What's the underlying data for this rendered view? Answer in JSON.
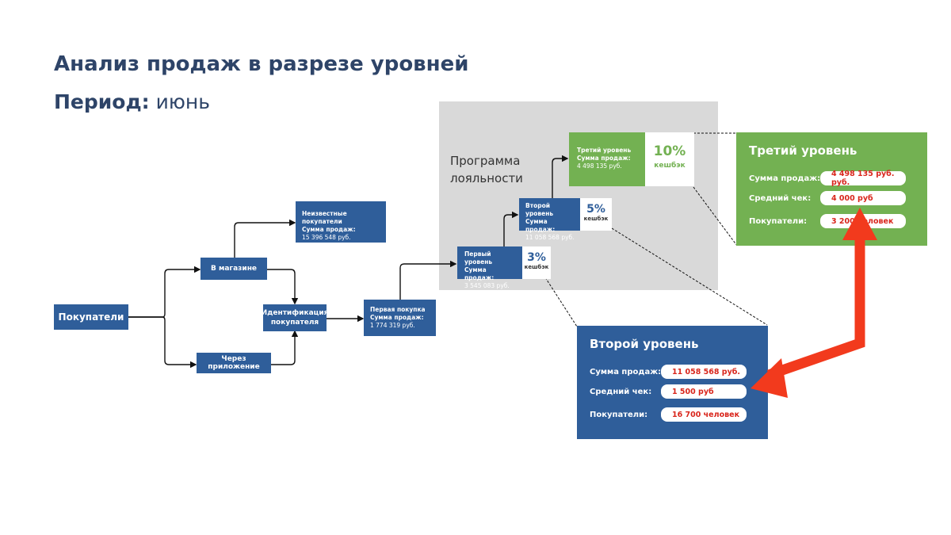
{
  "header": {
    "title": "Анализ продаж в разрезе уровней",
    "period_label": "Период:",
    "period_value": "июнь"
  },
  "flow": {
    "buyers": "Покупатели",
    "in_store": "В магазине",
    "via_app": "Через приложение",
    "identification": "Идентификация покупателя",
    "unknown": {
      "title": "Неизвестные покупатели",
      "label": "Сумма продаж:",
      "value": "15 396 548 руб."
    },
    "first_purchase": {
      "title": "Первая покупка",
      "label": "Сумма продаж:",
      "value": "1 774 319 руб."
    }
  },
  "loyalty": {
    "label": "Программа лояльности",
    "level1": {
      "title": "Первый уровень",
      "label": "Сумма продаж:",
      "value": "3 545 083 руб.",
      "pct": "3%",
      "cashback": "кешбэк"
    },
    "level2": {
      "title": "Второй уровень",
      "label": "Сумма продаж:",
      "value": "11 058 568 руб.",
      "pct": "5%",
      "cashback": "кешбэк"
    },
    "level3": {
      "title": "Третий уровень",
      "label": "Сумма продаж:",
      "value": "4 498 135 руб.",
      "pct": "10%",
      "cashback": "кешбэк"
    }
  },
  "panel_level3": {
    "title": "Третий уровень",
    "sales_label": "Сумма продаж:",
    "sales_value": "4 498 135 руб. руб.",
    "check_label": "Средний чек:",
    "check_value": "4 000 руб",
    "buyers_label": "Покупатели:",
    "buyers_value": "3 200 человек"
  },
  "panel_level2": {
    "title": "Второй уровень",
    "sales_label": "Сумма продаж:",
    "sales_value": "11 058 568 руб.",
    "check_label": "Средний чек:",
    "check_value": "1 500 руб",
    "buyers_label": "Покупатели:",
    "buyers_value": "16 700 человек"
  },
  "colors": {
    "navy": "#2f5e9a",
    "green": "#73b152",
    "loyalty_bg": "#d9d9d9",
    "title": "#2e4468",
    "highlight": "#d9261c",
    "arrow": "#f23a1d"
  }
}
